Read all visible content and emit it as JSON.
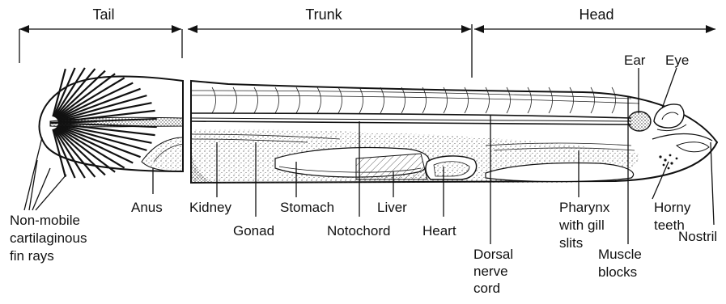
{
  "sections": {
    "tail": "Tail",
    "trunk": "Trunk",
    "head": "Head"
  },
  "labels": {
    "ear": "Ear",
    "eye": "Eye",
    "anus": "Anus",
    "kidney": "Kidney",
    "stomach": "Stomach",
    "liver": "Liver",
    "heart": "Heart",
    "gonad": "Gonad",
    "notochord": "Notochord",
    "pharynx": [
      "Pharynx",
      "with gill",
      "slits"
    ],
    "horny_teeth": [
      "Horny",
      "teeth"
    ],
    "fin_rays": [
      "Non-mobile",
      "cartilaginous",
      "fin rays"
    ],
    "dorsal_nerve_cord": [
      "Dorsal",
      "nerve",
      "cord"
    ],
    "muscle_blocks": [
      "Muscle",
      "blocks"
    ],
    "nostril": "Nostril"
  }
}
